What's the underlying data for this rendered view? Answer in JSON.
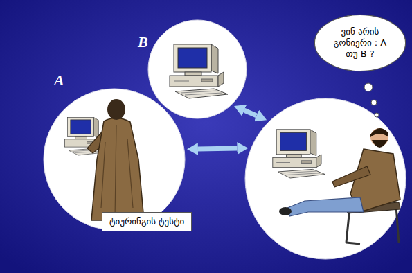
{
  "diagram": {
    "nodes": [
      {
        "text": [
          "A"
        ]
      },
      {
        "text": [
          "ტიურინგის ტესტი"
        ],
        "in": 0
      },
      {
        "text": [
          "B"
        ]
      },
      {
        "text": [
          "ვინ არის გონიერი : A თუ B ?"
        ]
      }
    ],
    "edges": [
      {
        "from": 0,
        "to": 3,
        "arrow": "both"
      },
      {
        "from": 2,
        "to": 3,
        "arrow": "both"
      }
    ]
  }
}
